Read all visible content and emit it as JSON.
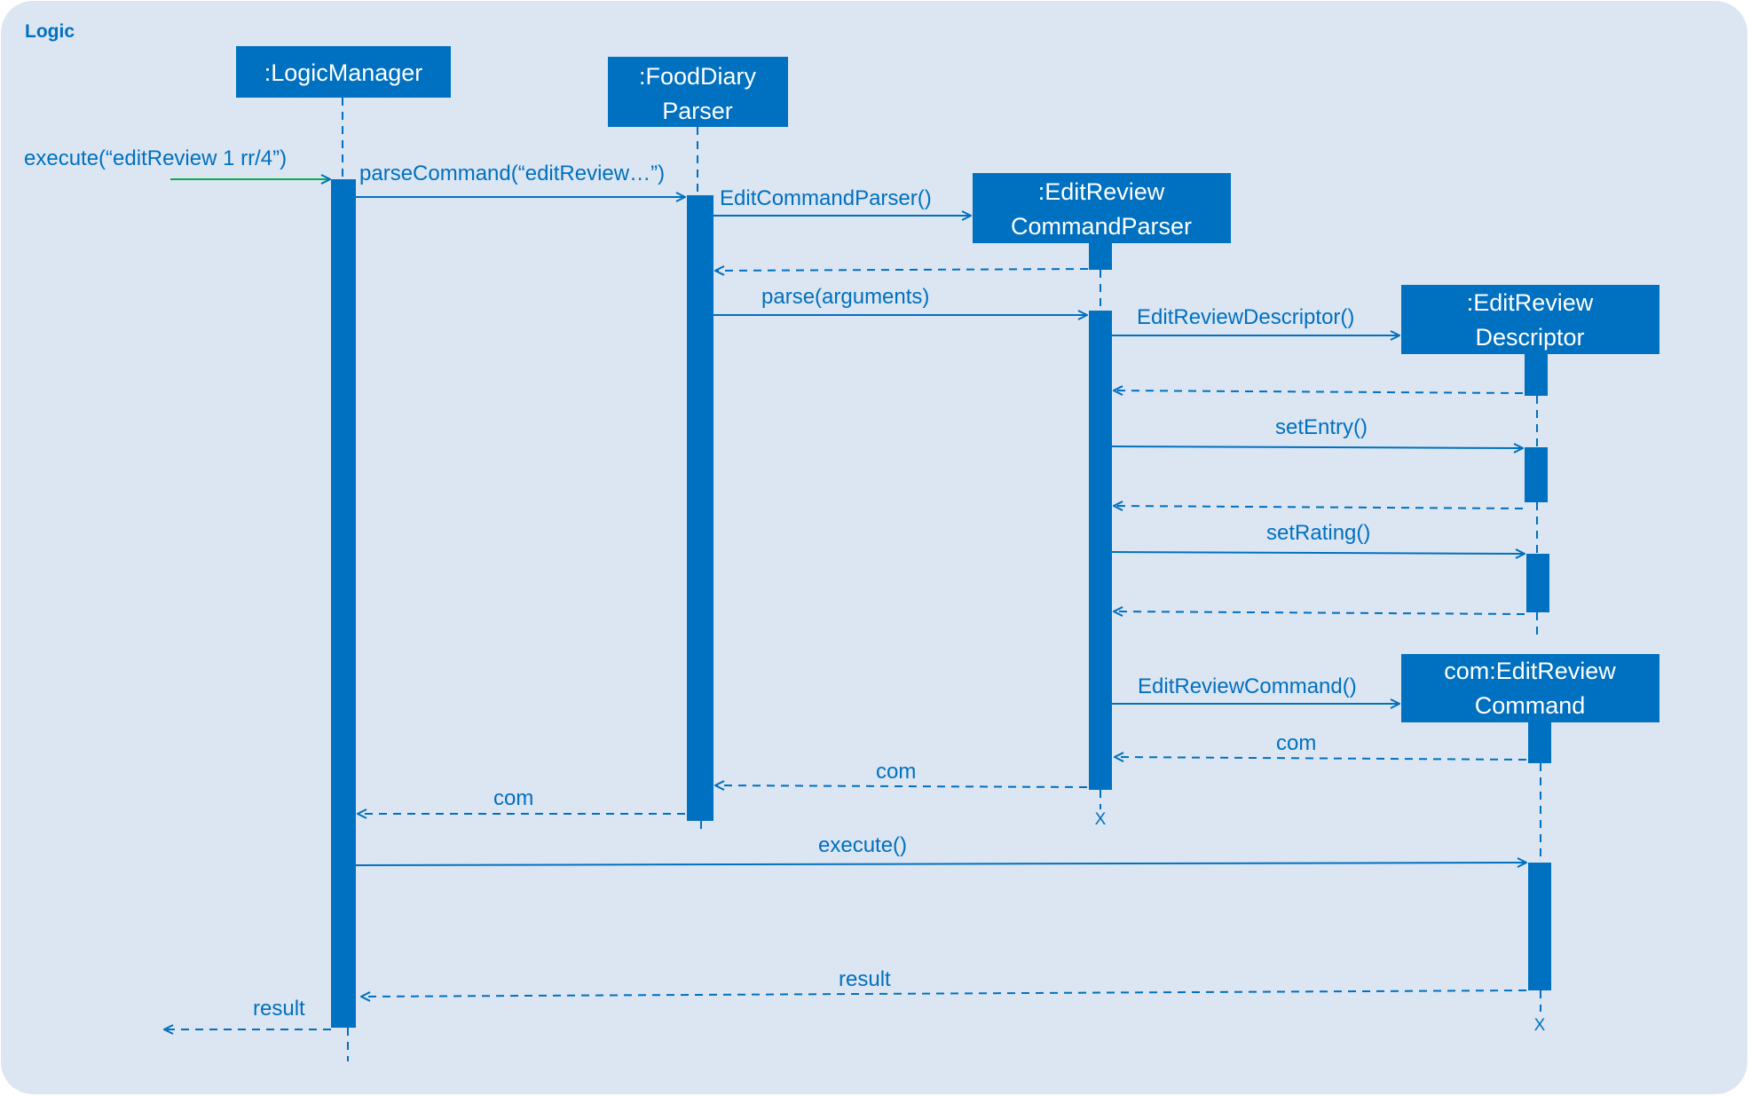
{
  "frame": {
    "title": "Logic"
  },
  "participants": {
    "logic_manager": {
      "lines": [
        ":LogicManager"
      ]
    },
    "food_diary_parser": {
      "lines": [
        ":FoodDiary",
        "Parser"
      ]
    },
    "edit_review_command_parser": {
      "lines": [
        ":EditReview",
        "CommandParser"
      ]
    },
    "edit_review_descriptor": {
      "lines": [
        ":EditReview",
        "Descriptor"
      ]
    },
    "edit_review_command": {
      "lines": [
        "com:EditReview",
        "Command"
      ]
    }
  },
  "messages": {
    "execute_input": "execute(“editReview 1  rr/4”)",
    "parse_command": "parseCommand(“editReview…”)",
    "edit_command_parser_ctor": "EditCommandParser()",
    "parse_arguments": "parse(arguments)",
    "edit_review_descriptor_ctor": "EditReviewDescriptor()",
    "set_entry": "setEntry()",
    "set_rating": "setRating()",
    "edit_review_command_ctor": "EditReviewCommand()",
    "return_com_from_command": "com",
    "return_com_from_parser": "com",
    "return_com_to_manager": "com",
    "execute_call": "execute()",
    "return_result": "result",
    "return_result_out": "result"
  },
  "destroy_marks": {
    "parser_destroyed": "X",
    "command_destroyed": "X"
  },
  "colors": {
    "background": "#dce6f2",
    "primary": "#0070c0",
    "entry_arrow": "#00b050"
  }
}
